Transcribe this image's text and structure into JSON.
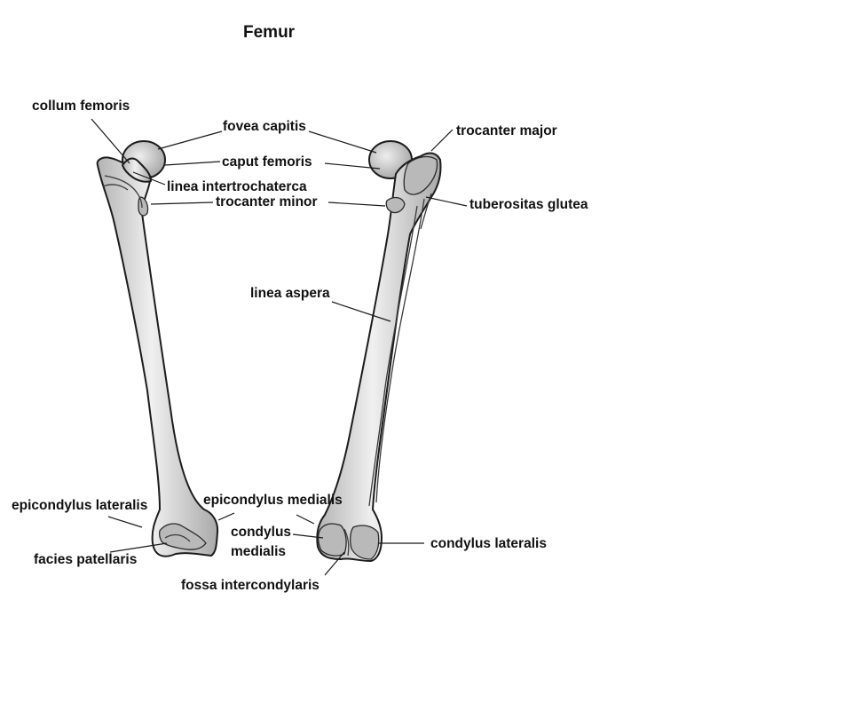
{
  "title": "Femur",
  "labels": {
    "collum_femoris": "collum femoris",
    "fovea_capitis": "fovea capitis",
    "caput_femoris": "caput femoris",
    "linea_intertrochaterca": "linea intertrochaterca",
    "trocanter_minor": "trocanter minor",
    "trocanter_major": "trocanter major",
    "tuberositas_glutea": "tuberositas glutea",
    "linea_aspera": "linea aspera",
    "epicondylus_lateralis": "epicondylus lateralis",
    "epicondylus_medialis": "epicondylus medialis",
    "condylus_medialis_line1": "condylus",
    "condylus_medialis_line2": "medialis",
    "condylus_lateralis": "condylus lateralis",
    "facies_patellaris": "facies patellaris",
    "fossa_intercondylaris": "fossa intercondylaris"
  },
  "colors": {
    "bone_light": "#f2f2f2",
    "bone_dark": "#a8a8a8",
    "text": "#111111"
  }
}
